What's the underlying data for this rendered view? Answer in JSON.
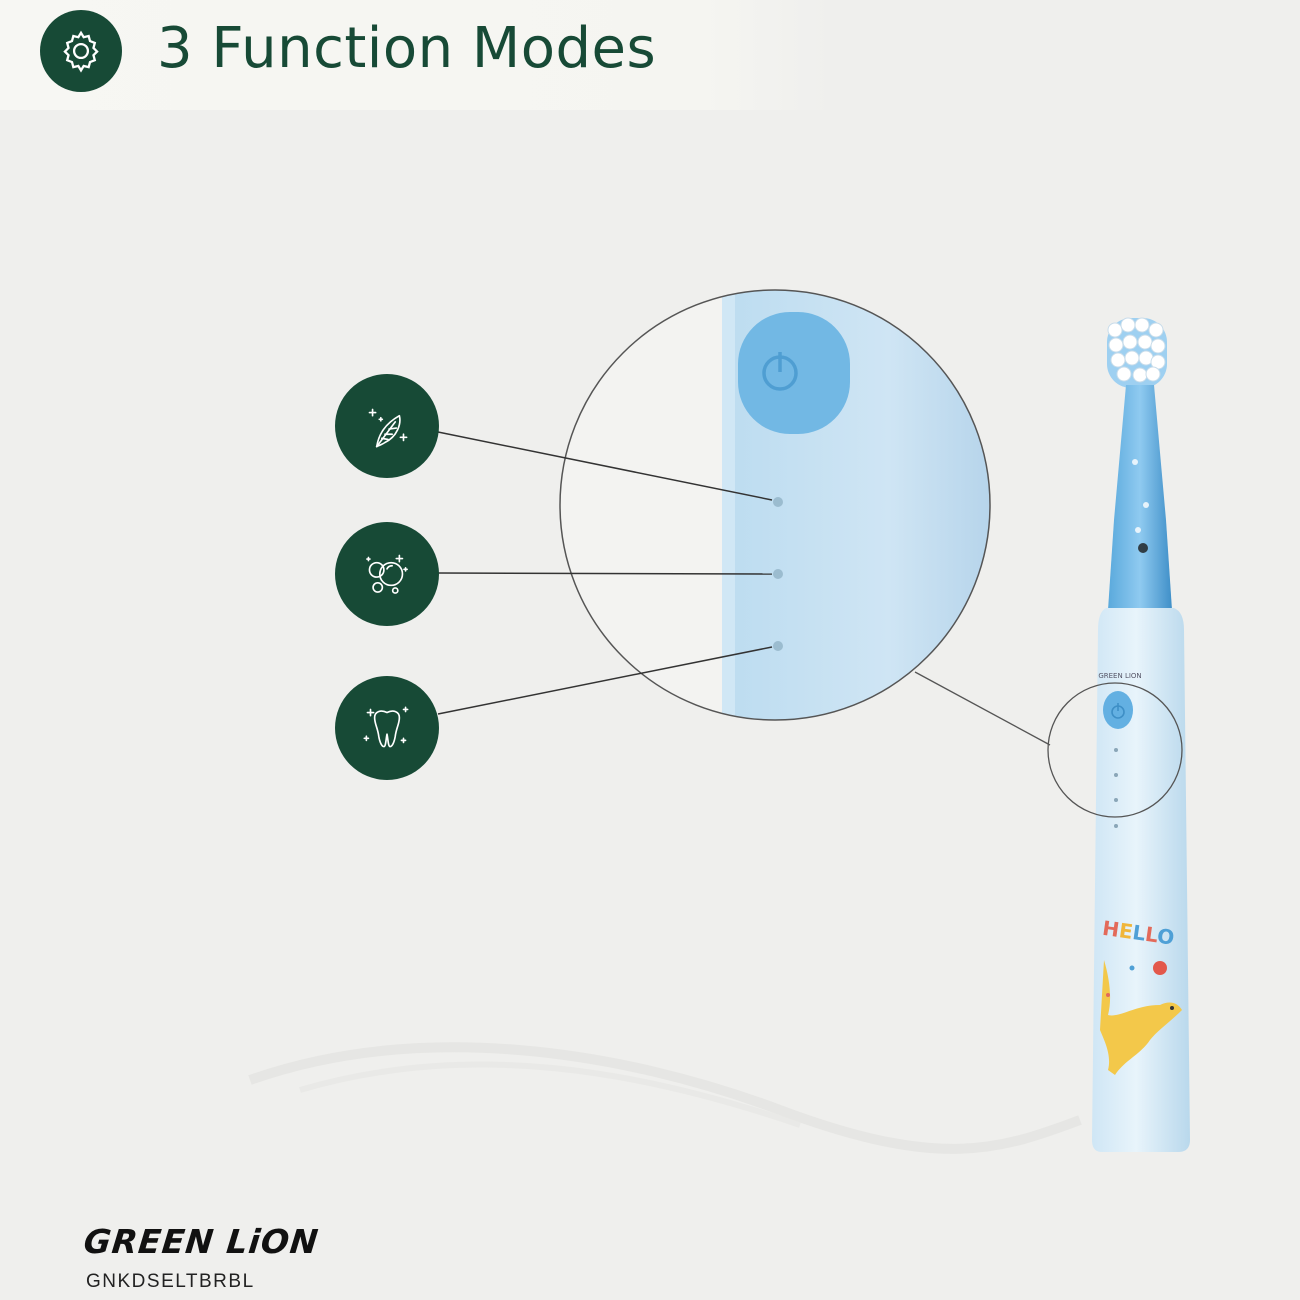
{
  "header": {
    "title": "3 Function Modes",
    "icon": "gear-icon"
  },
  "modes": [
    {
      "icon": "feather-sparkle-icon"
    },
    {
      "icon": "bubbles-sparkle-icon"
    },
    {
      "icon": "tooth-sparkle-icon"
    }
  ],
  "product": {
    "handle_print": "HELLO",
    "handle_brand_print": "GREEN LION"
  },
  "footer": {
    "brand": "GREEN LiON",
    "model": "GNKDSELTBRBL"
  },
  "colors": {
    "accent": "#174a36",
    "background": "#efefed",
    "brush_blue": "#b8d9ee",
    "button_blue": "#6fb6e3"
  }
}
